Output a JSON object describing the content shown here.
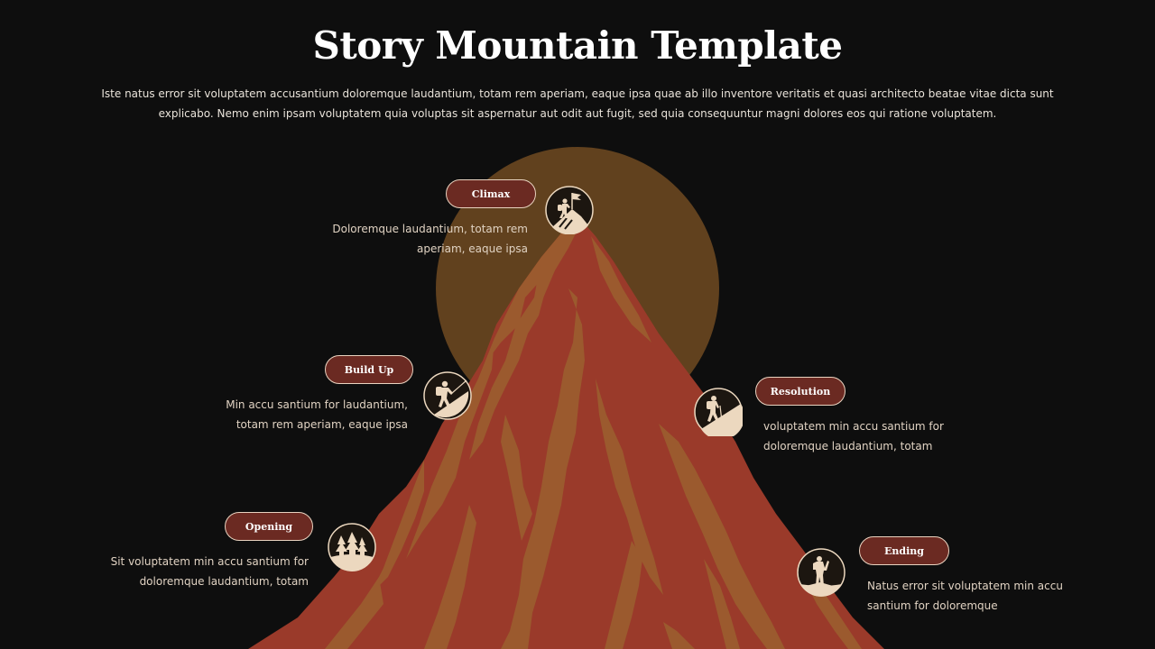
{
  "title": "Story Mountain Template",
  "subtitle": "Iste natus error sit voluptatem accusantium doloremque laudantium, totam rem aperiam, eaque ipsa quae ab illo inventore veritatis et quasi architecto beatae vitae dicta sunt explicabo. Nemo enim ipsam voluptatem quia voluptas sit aspernatur aut odit aut fugit, sed quia consequuntur magni dolores eos qui ratione voluptatem.",
  "stages": [
    {
      "label": "Opening",
      "text": "Sit voluptatem min accu santium for doloremque laudantium, totam",
      "icon": "trees-icon"
    },
    {
      "label": "Build Up",
      "text": "Min accu santium for laudantium, totam rem aperiam, eaque ipsa",
      "icon": "climber-icon"
    },
    {
      "label": "Climax",
      "text": "Doloremque laudantium, totam rem aperiam, eaque ipsa",
      "icon": "summit-flag-icon"
    },
    {
      "label": "Resolution",
      "text": "voluptatem min accu santium for doloremque laudantium, totam",
      "icon": "hiker-descending-icon"
    },
    {
      "label": "Ending",
      "text": "Natus error sit voluptatem min accu santium for doloremque",
      "icon": "hiker-standing-icon"
    }
  ],
  "colors": {
    "background": "#0e0e0e",
    "sun": "#61411e",
    "mountain": "#9a3a2a",
    "ridge": "#9b5a2e",
    "pill": "#6b2a22",
    "badge_fill": "#1c1610",
    "badge_accent": "#ecd8bf"
  }
}
